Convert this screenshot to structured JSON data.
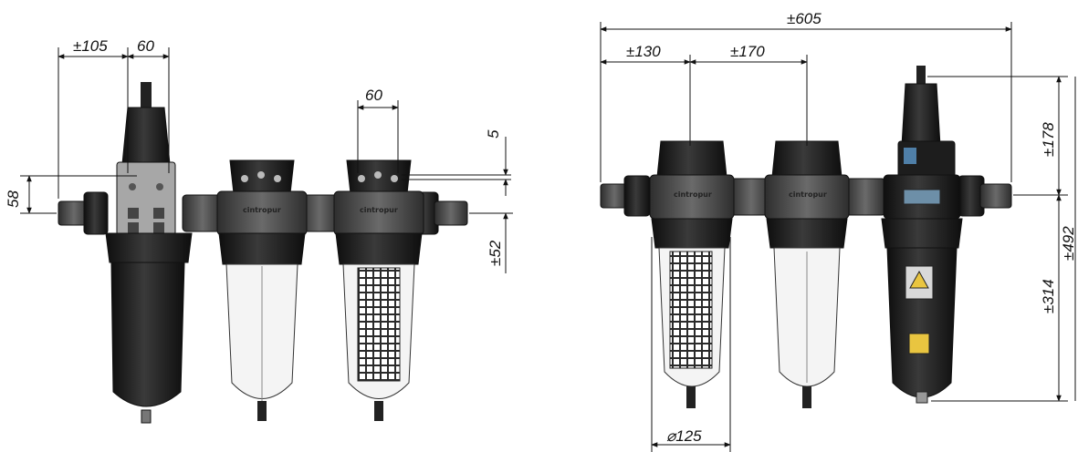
{
  "left_view": {
    "dim_width_offset": "±105",
    "dim_width_body": "60",
    "dim_head_spacing": "60",
    "dim_height_upper": "58",
    "dim_small_gap": "5",
    "dim_height_lower": "±52"
  },
  "right_view": {
    "dim_total_width": "±605",
    "dim_spacing_first": "±130",
    "dim_spacing_second": "±170",
    "dim_height_top": "±178",
    "dim_height_total": "±492",
    "dim_height_bottom": "±314",
    "dim_diameter": "⌀125"
  },
  "branding": {
    "housing_label": "cintropur"
  },
  "colors": {
    "body_black": "#1b1b1b",
    "head_gray": "#4a4a4a",
    "bracket_gray": "#9a9a9a",
    "line": "#111111"
  }
}
